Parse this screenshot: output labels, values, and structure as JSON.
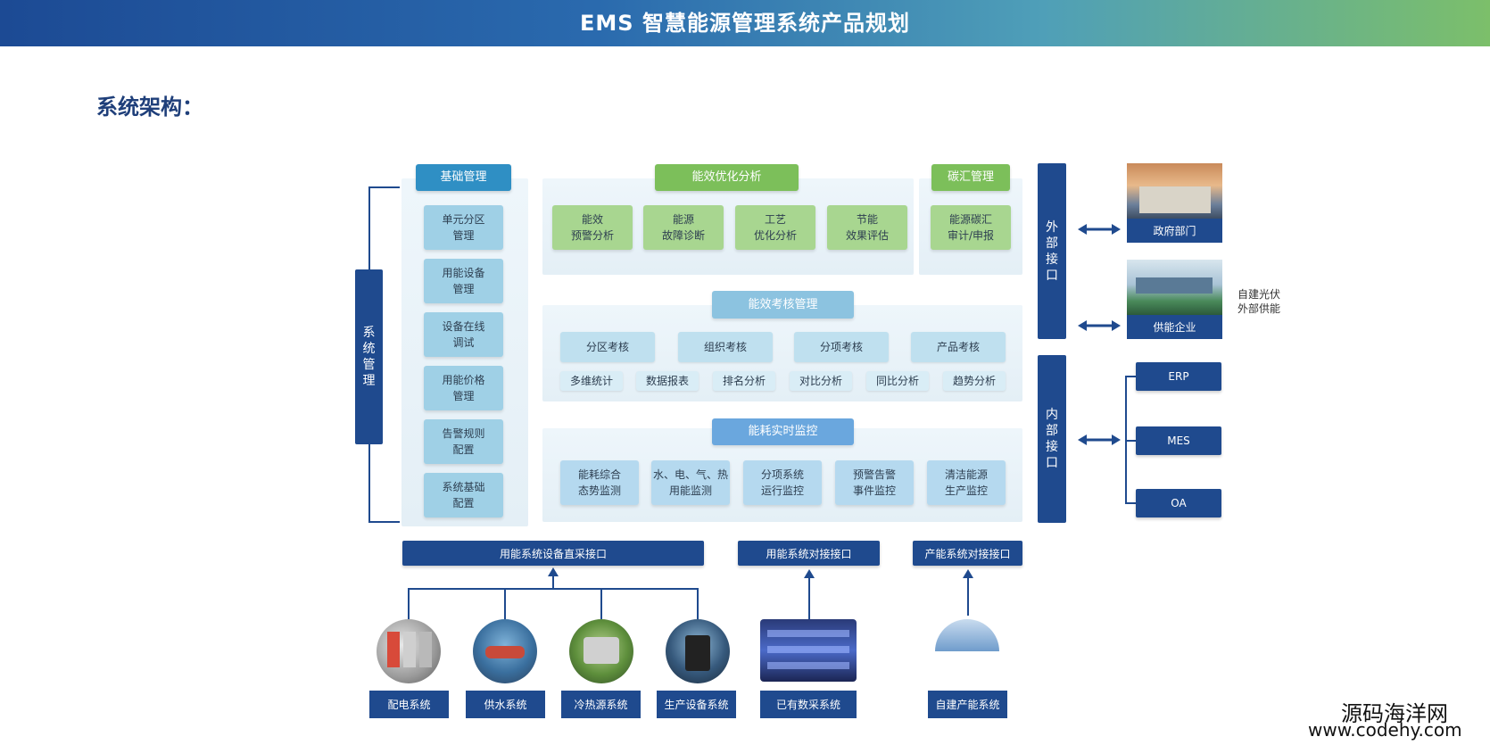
{
  "header": {
    "title": "EMS 智慧能源管理系统产品规划"
  },
  "section_title": "系统架构：",
  "system_mgmt": {
    "label": "系\n统\n管\n理"
  },
  "basic_mgmt": {
    "title": "基础管理",
    "items": [
      "单元分区\n管理",
      "用能设备\n管理",
      "设备在线\n调试",
      "用能价格\n管理",
      "告警规则\n配置",
      "系统基础\n配置"
    ]
  },
  "efficiency_opt": {
    "title": "能效优化分析",
    "items": [
      "能效\n预警分析",
      "能源\n故障诊断",
      "工艺\n优化分析",
      "节能\n效果评估"
    ]
  },
  "carbon_mgmt": {
    "title": "碳汇管理",
    "item": "能源碳汇\n审计/申报"
  },
  "efficiency_assess": {
    "title": "能效考核管理",
    "row1": [
      "分区考核",
      "组织考核",
      "分项考核",
      "产品考核"
    ],
    "row2": [
      "多维统计",
      "数据报表",
      "排名分析",
      "对比分析",
      "同比分析",
      "趋势分析"
    ]
  },
  "realtime_monitor": {
    "title": "能耗实时监控",
    "items": [
      "能耗综合\n态势监测",
      "水、电、气、热\n用能监测",
      "分项系统\n运行监控",
      "预警告警\n事件监控",
      "清洁能源\n生产监控"
    ]
  },
  "interfaces": {
    "direct": "用能系统设备直采接口",
    "connect": "用能系统对接接口",
    "produce": "产能系统对接接口"
  },
  "bottom_systems": [
    "配电系统",
    "供水系统",
    "冷热源系统",
    "生产设备系统",
    "已有数采系统",
    "自建产能系统"
  ],
  "external": {
    "label": "外\n部\n接\n口",
    "gov": "政府部门",
    "supply": "供能企业",
    "note": "自建光伏\n外部供能"
  },
  "internal": {
    "label": "内\n部\n接\n口",
    "items": [
      "ERP",
      "MES",
      "OA"
    ]
  },
  "watermark": {
    "line1": "源码海洋网",
    "line2": "www.codehy.com"
  },
  "colors": {
    "navy": "#1f4a8e",
    "accent_blue": "#2f8fc4",
    "accent_green": "#7cbf5a"
  }
}
